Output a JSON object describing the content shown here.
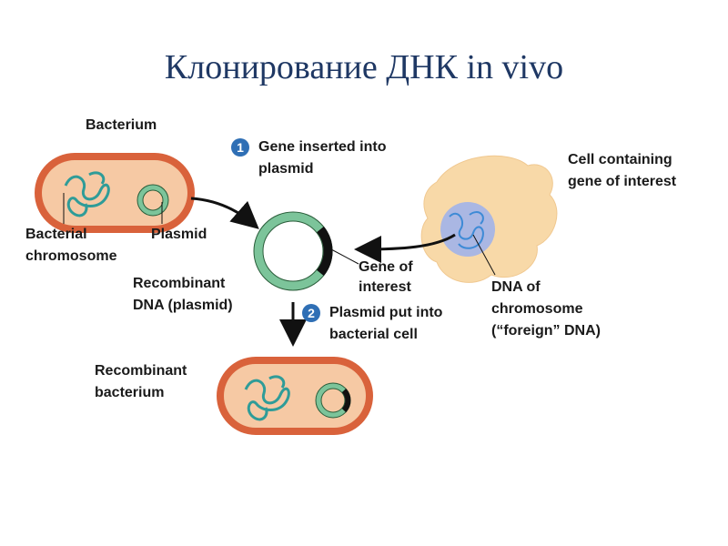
{
  "title": "Клонирование ДНК in vivo",
  "labels": {
    "bacterium": "Bacterium",
    "bacterial_chromosome_1": "Bacterial",
    "bacterial_chromosome_2": "chromosome",
    "plasmid": "Plasmid",
    "recombinant_dna_1": "Recombinant",
    "recombinant_dna_2": "DNA (plasmid)",
    "gene_of_interest_1": "Gene of",
    "gene_of_interest_2": "interest",
    "cell_containing_1": "Cell containing",
    "cell_containing_2": "gene of interest",
    "dna_chromosome_1": "DNA of",
    "dna_chromosome_2": "chromosome",
    "dna_chromosome_3": "(“foreign” DNA)",
    "recombinant_bacterium_1": "Recombinant",
    "recombinant_bacterium_2": "bacterium"
  },
  "steps": [
    {
      "number": "1",
      "line1": "Gene inserted into",
      "line2": "plasmid"
    },
    {
      "number": "2",
      "line1": "Plasmid put into",
      "line2": "bacterial cell"
    }
  ],
  "colors": {
    "bacterium_outer": "#d9623b",
    "bacterium_inner": "#f6c9a4",
    "chromosome": "#2f9c98",
    "plasmid": "#7cc49a",
    "gene_segment": "#111111",
    "cell_body": "#f8d9a8",
    "nucleus": "#aab7e3",
    "nucleus_dna": "#3d8ad6",
    "arrow": "#111111",
    "step_badge": "#2f6fb5",
    "title": "#1f3864"
  }
}
